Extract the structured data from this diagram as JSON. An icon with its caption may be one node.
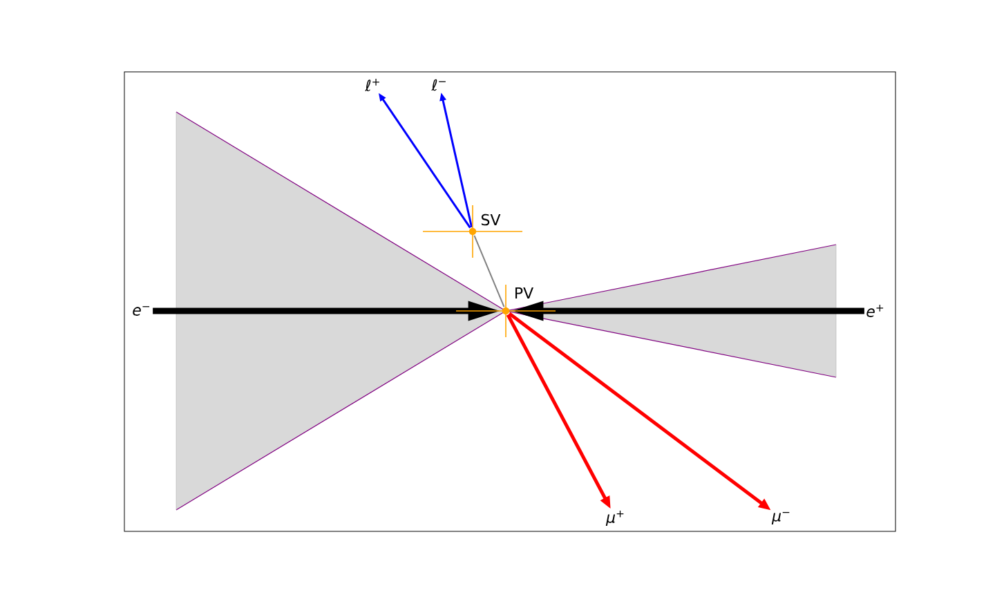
{
  "diagram": {
    "nodes": [
      {
        "text": [],
        "shape": "circle",
        "beside": [
          "PV"
        ]
      },
      {
        "text": [],
        "shape": "circle",
        "beside": [
          "SV"
        ]
      },
      {
        "text": [
          "*e*$^{−}$"
        ]
      },
      {
        "text": [
          "*e*$^{+}$"
        ]
      },
      {
        "text": [
          "*ℓ*$^{+}$"
        ]
      },
      {
        "text": [
          "*ℓ*$^{−}$"
        ]
      },
      {
        "text": [
          "*μ*$^{+}$"
        ]
      },
      {
        "text": [
          "*μ*$^{−}$"
        ]
      }
    ],
    "edges": [
      {
        "from": 2,
        "to": 0,
        "arrow": "to",
        "style": "thick",
        "color": "#000000"
      },
      {
        "from": 3,
        "to": 0,
        "arrow": "to",
        "style": "thick",
        "color": "#000000"
      },
      {
        "from": 0,
        "to": 1,
        "arrow": "none",
        "color": "#808080"
      },
      {
        "from": 1,
        "to": 4,
        "arrow": "to",
        "color": "#0000ff"
      },
      {
        "from": 1,
        "to": 5,
        "arrow": "to",
        "color": "#0000ff"
      },
      {
        "from": 0,
        "to": 6,
        "arrow": "to",
        "color": "#ff0000"
      },
      {
        "from": 0,
        "to": 7,
        "arrow": "to",
        "color": "#ff0000"
      }
    ]
  }
}
